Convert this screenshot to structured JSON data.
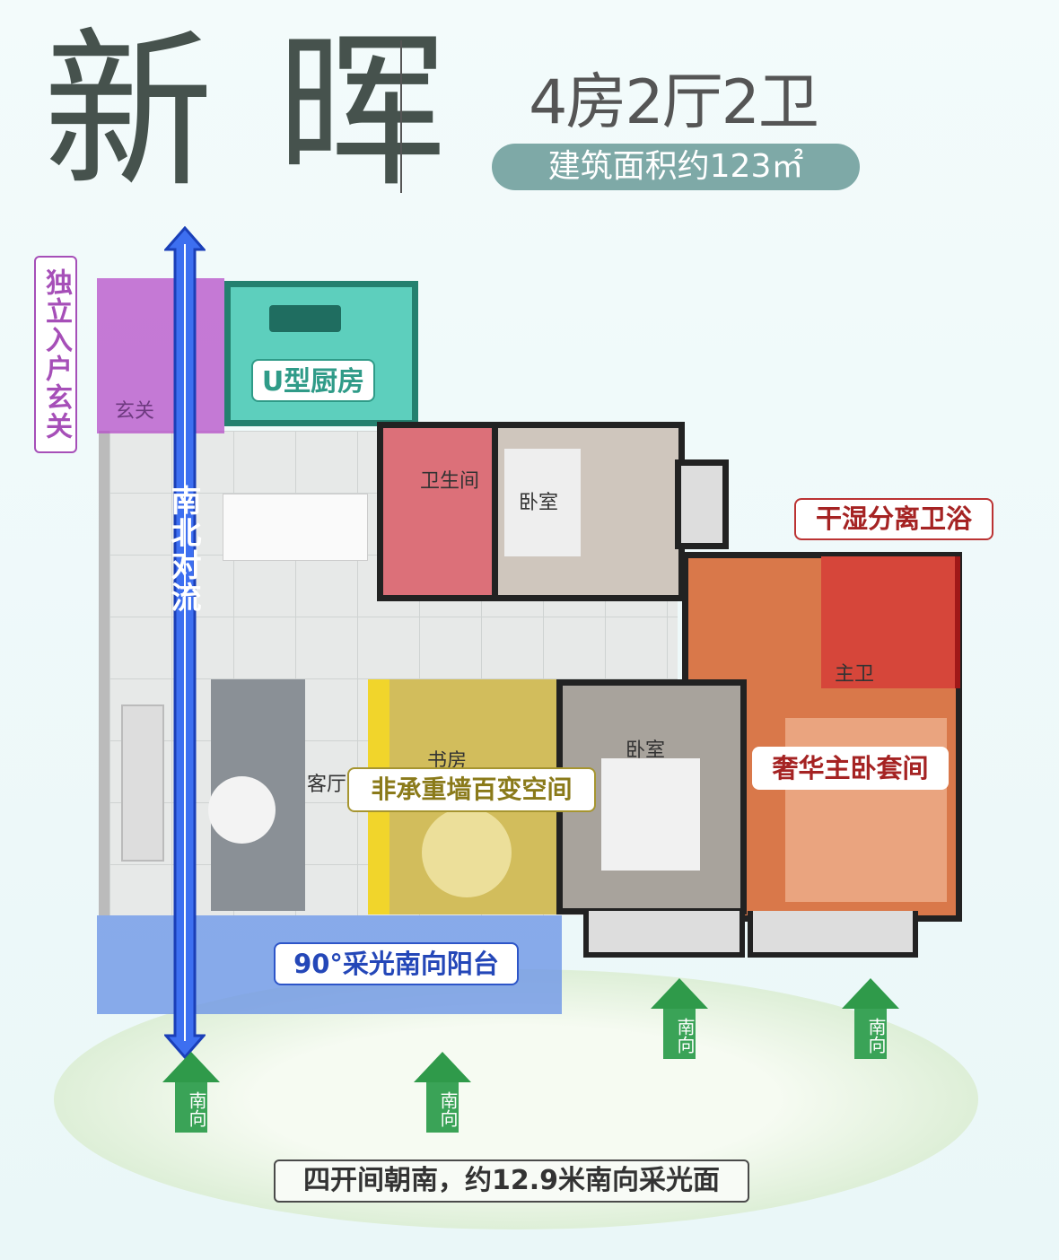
{
  "header": {
    "brand": "新晖",
    "layout": "4房2厅2卫",
    "area": "建筑面积约123㎡"
  },
  "callouts": {
    "entrance": "独立入户玄关",
    "kitchen": "U型厨房",
    "ventilation": "南北对流",
    "dry_wet_bath": "干湿分离卫浴",
    "master_suite": "奢华主卧套间",
    "flexible_space": "非承重墙百变空间",
    "balcony": "90°采光南向阳台",
    "bottom": "四开间朝南，约12.9米南向采光面"
  },
  "rooms": {
    "foyer": "玄关",
    "bathroom": "卫生间",
    "bedroom1": "卧室",
    "study": "书房",
    "living": "客厅",
    "bedroom2": "卧室",
    "master_bath": "主卫"
  },
  "arrows": [
    "南向",
    "南向",
    "南向",
    "南向"
  ],
  "colors": {
    "entrance": "#b54ec8",
    "kitchen": "#3cbfa9",
    "bath": "#d9656e",
    "study": "#d9c35a",
    "master": "#d9784a",
    "balcony": "#7ea2e6",
    "arrow_blue": "#2f5fe0",
    "arrow_green": "#3aa357"
  }
}
